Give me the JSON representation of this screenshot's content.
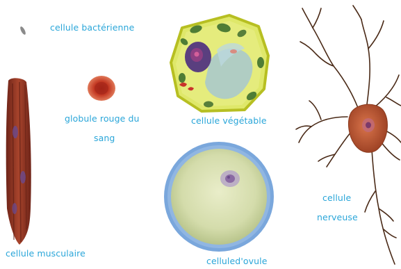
{
  "labels": {
    "bacterial": "cellule bactérienne",
    "red_blood_line1": "globule rouge du",
    "red_blood_line2": "sang",
    "plant": "cellule végétable",
    "nerve_line1": "cellule",
    "nerve_line2": "nerveuse",
    "muscle": "cellule musculaire",
    "ovum": "celluled'ovule"
  },
  "colors": {
    "label_text": "#2aa6d9",
    "background": "#ffffff",
    "plant_wall": "#c6cc2c",
    "plant_cytoplasm": "#dfe86a",
    "chloroplast": "#4f7d35",
    "vacuole": "#a7c8cf",
    "plant_nucleus": "#5a3f7f",
    "red_blood_cell": "#c23a24",
    "muscle_fiber": "#8c3222",
    "neuron_body": "#b8552e",
    "neuron_branches": "#4a2a17",
    "ovum_membrane": "#6f9fd6",
    "ovum_cytoplasm": "#d6ddb0",
    "ovum_nucleus": "#8a6aa3",
    "bacterium": "#8a8a8a"
  },
  "cells": [
    {
      "name": "bacterium",
      "icon": "bacterium-icon"
    },
    {
      "name": "red-blood-cell",
      "icon": "red-blood-cell-icon"
    },
    {
      "name": "plant-cell",
      "icon": "plant-cell-icon"
    },
    {
      "name": "nerve-cell",
      "icon": "neuron-icon"
    },
    {
      "name": "muscle-cell",
      "icon": "muscle-fiber-icon"
    },
    {
      "name": "egg-cell",
      "icon": "ovum-icon"
    }
  ]
}
